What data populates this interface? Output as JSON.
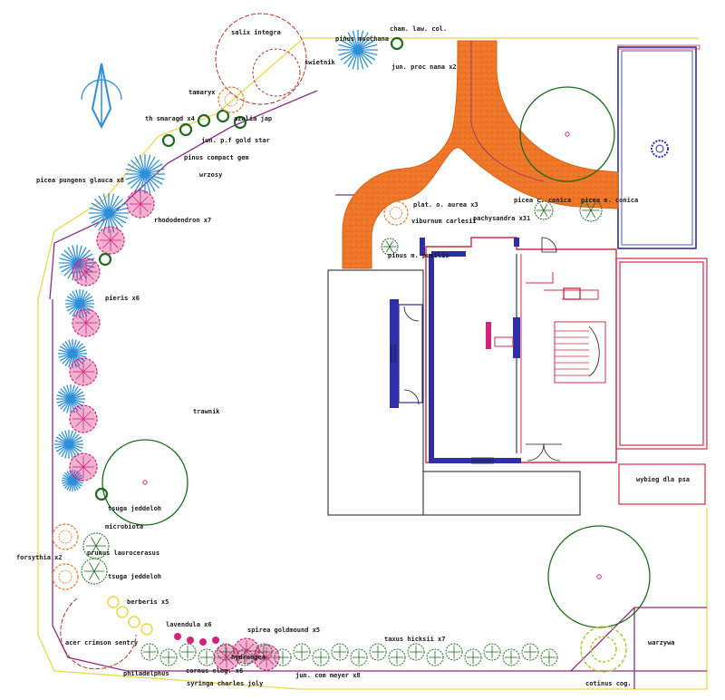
{
  "colors": {
    "path": "#f07a2a",
    "yellow": "#e8d84a",
    "purple": "#8a2d82",
    "red": "#d22b4a",
    "blue": "#2e2ea6",
    "green": "#1e6a1e",
    "pink": "#d4237a",
    "spruce": "#2e8fd8",
    "brown": "#b8322a",
    "orange": "#e07a2a",
    "lime": "#a6c82a"
  },
  "labels": {
    "salix": "salix integra",
    "pinus_mugo": "pinus mucchana",
    "cham": "cham. law. col.",
    "jun_proc": "jun. proc nana x2",
    "swietnik": "swietnik",
    "tamaryx": "tamaryx",
    "azalia": "azalia jap",
    "th_smaragd": "th smaragd x4",
    "jun_gold": "jun. p.f gold star",
    "pinus_compact": "pinus compact gem",
    "wrzosy": "wrzosy",
    "picea_pungens": "picea pungens glauca x8",
    "rhododendron": "rhododendron x7",
    "plat_aurea": "plat. o. aurea x3",
    "picea_conica_1": "picea c. conica",
    "picea_conica_2": "picea e. conica",
    "viburnum": "viburnum carlesii",
    "pachysandra": "pachysandra x31",
    "pinus_pumilio": "pinus m. pumilio",
    "pieris": "pieris x6",
    "trawnik": "trawnik",
    "tsuga_1": "tsuga jeddeloh",
    "microbiota": "microbiota",
    "forsythia": "forsythia x2",
    "prunus": "prunus laurocerasus",
    "tsuga_2": "tsuga jeddeloh",
    "berberis": "berberis x5",
    "lavendula": "lavendula x6",
    "spirea": "spirea goldmound x5",
    "hydrangea": "hydrangea",
    "acer": "acer crimson sentry",
    "philadelphus": "philadelphus",
    "cornus": "cornus eleg. x6",
    "syringa": "syringa charles joly",
    "jun_meyer": "jun. com meyer x8",
    "taxus": "taxus hicksii x7",
    "cotinus": "cotinus cog.",
    "warzywa": "warzywa",
    "wybieg": "wybieg dla psa"
  },
  "icons": {
    "north_arrow": "north-arrow-icon"
  }
}
